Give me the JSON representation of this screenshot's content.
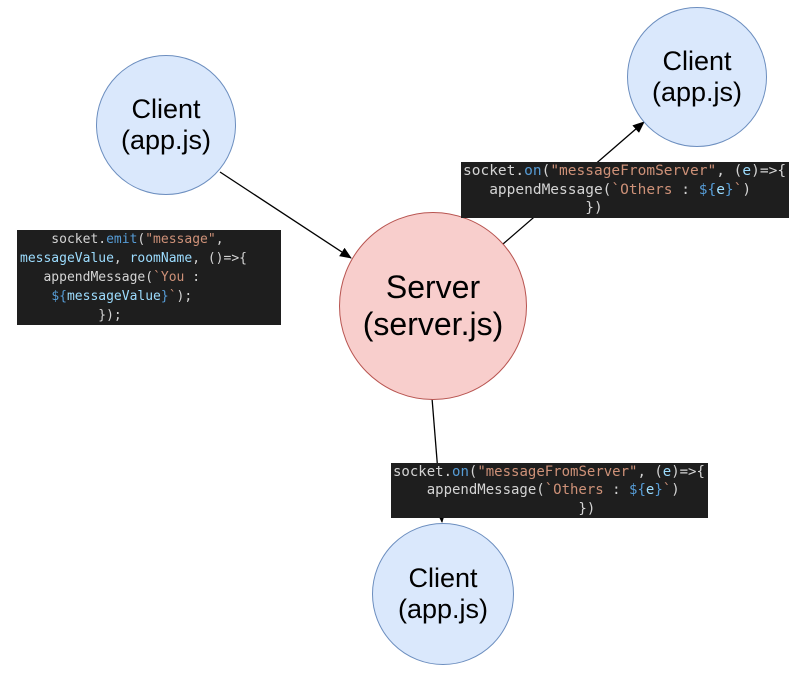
{
  "colors": {
    "code-bg": "#1e1e1e",
    "code-plain": "#d4d4d4",
    "code-func": "#569cd6",
    "code-var": "#9cdcfe",
    "code-string": "#ce9178",
    "client-fill": "#dae8fc",
    "client-stroke": "#6c8ebf",
    "server-fill": "#f8cecc",
    "server-stroke": "#b85450",
    "arrow": "#000000"
  },
  "nodes": {
    "client_top_left": {
      "line1": "Client",
      "line2": "(app.js)"
    },
    "client_top_right": {
      "line1": "Client",
      "line2": "(app.js)"
    },
    "client_bottom": {
      "line1": "Client",
      "line2": "(app.js)"
    },
    "server": {
      "line1": "Server",
      "line2": "(server.js)"
    }
  },
  "code_boxes": {
    "emit": {
      "lines": [
        [
          {
            "t": "    socket.",
            "c": "plain"
          },
          {
            "t": "emit",
            "c": "func"
          },
          {
            "t": "(",
            "c": "plain"
          },
          {
            "t": "\"message\"",
            "c": "string"
          },
          {
            "t": ",",
            "c": "plain"
          }
        ],
        [
          {
            "t": "messageValue",
            "c": "var"
          },
          {
            "t": ", ",
            "c": "plain"
          },
          {
            "t": "roomName",
            "c": "var"
          },
          {
            "t": ", ()=>{",
            "c": "plain"
          }
        ],
        [
          {
            "t": "   appendMessage(",
            "c": "plain"
          },
          {
            "t": "`You ",
            "c": "string"
          },
          {
            "t": ":",
            "c": "plain"
          }
        ],
        [
          {
            "t": "    ",
            "c": "plain"
          },
          {
            "t": "${",
            "c": "func"
          },
          {
            "t": "messageValue",
            "c": "var"
          },
          {
            "t": "}",
            "c": "func"
          },
          {
            "t": "`",
            "c": "string"
          },
          {
            "t": ");",
            "c": "plain"
          }
        ],
        [
          {
            "t": "          });",
            "c": "plain"
          }
        ]
      ]
    },
    "on_top": {
      "lines": [
        [
          {
            "t": "socket.",
            "c": "plain"
          },
          {
            "t": "on",
            "c": "func"
          },
          {
            "t": "(",
            "c": "plain"
          },
          {
            "t": "\"messageFromServer\"",
            "c": "string"
          },
          {
            "t": ", (",
            "c": "plain"
          },
          {
            "t": "e",
            "c": "var"
          },
          {
            "t": ")=>{",
            "c": "plain"
          }
        ],
        [
          {
            "t": "   appendMessage(",
            "c": "plain"
          },
          {
            "t": "`Others ",
            "c": "string"
          },
          {
            "t": ": ",
            "c": "plain"
          },
          {
            "t": "${",
            "c": "func"
          },
          {
            "t": "e",
            "c": "var"
          },
          {
            "t": "}",
            "c": "func"
          },
          {
            "t": "`",
            "c": "string"
          },
          {
            "t": ")",
            "c": "plain"
          }
        ],
        [
          {
            "t": "              })",
            "c": "plain"
          }
        ]
      ]
    },
    "on_bottom": {
      "lines": [
        [
          {
            "t": "socket.",
            "c": "plain"
          },
          {
            "t": "on",
            "c": "func"
          },
          {
            "t": "(",
            "c": "plain"
          },
          {
            "t": "\"messageFromServer\"",
            "c": "string"
          },
          {
            "t": ", (",
            "c": "plain"
          },
          {
            "t": "e",
            "c": "var"
          },
          {
            "t": ")=>{",
            "c": "plain"
          }
        ],
        [
          {
            "t": "    appendMessage(",
            "c": "plain"
          },
          {
            "t": "`Others ",
            "c": "string"
          },
          {
            "t": ": ",
            "c": "plain"
          },
          {
            "t": "${",
            "c": "func"
          },
          {
            "t": "e",
            "c": "var"
          },
          {
            "t": "}",
            "c": "func"
          },
          {
            "t": "`",
            "c": "string"
          },
          {
            "t": ")",
            "c": "plain"
          }
        ],
        [
          {
            "t": "                      })",
            "c": "plain"
          }
        ]
      ]
    }
  }
}
